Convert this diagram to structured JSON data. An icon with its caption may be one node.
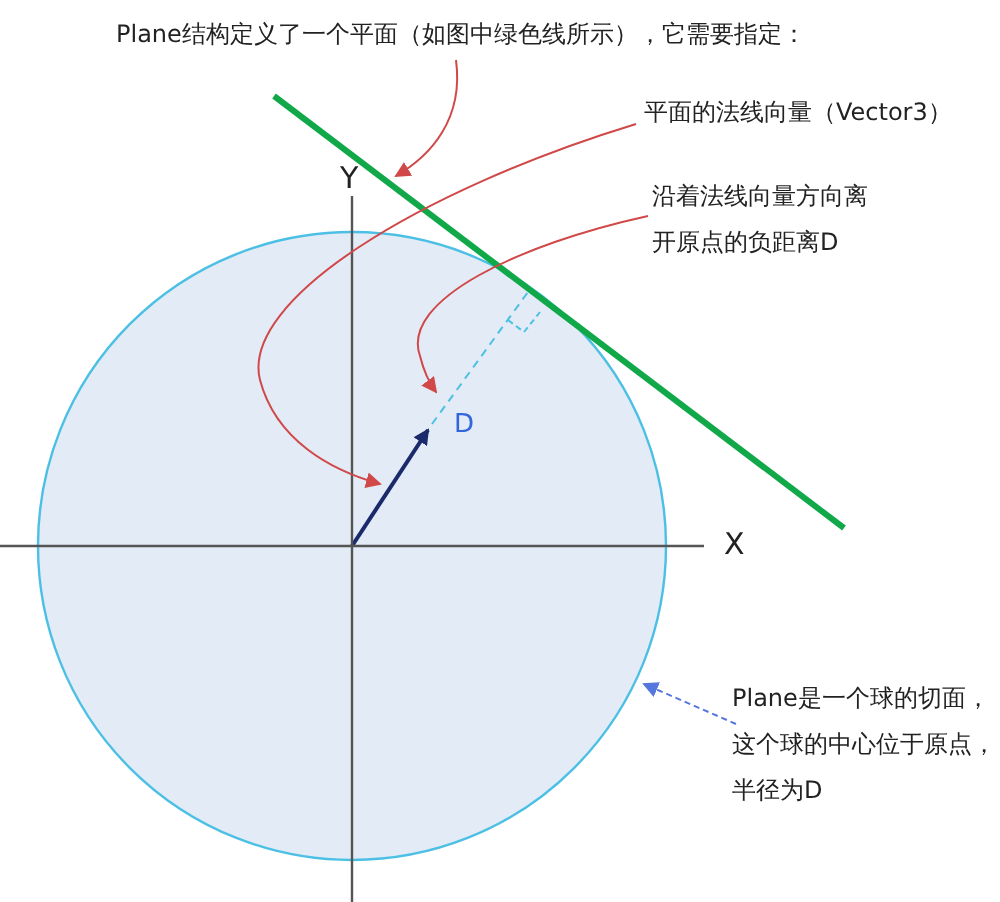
{
  "diagram": {
    "nodes": [
      {
        "text": [
          "Plane结构定义了一个平面（如图中绿色线所示），它需要指定："
        ]
      },
      {
        "text": [],
        "shape": "line"
      },
      {
        "text": [
          "平面的法线向量（Vector3）"
        ]
      },
      {
        "text": [],
        "shape": "arrow",
        "in": 7
      },
      {
        "text": [
          "沿着法线向量方向离开原点的负距离D"
        ]
      },
      {
        "text": [],
        "shape": "line"
      },
      {
        "text": [
          "Plane是一个球的切面，这个球的中心位于原点，半径为D"
        ]
      },
      {
        "text": [],
        "shape": "circle"
      }
    ],
    "edges": [
      {
        "from": 0,
        "to": 1,
        "arrow": "to"
      },
      {
        "from": 2,
        "to": 3,
        "arrow": "to"
      },
      {
        "from": 4,
        "to": 5,
        "arrow": "to"
      },
      {
        "from": 6,
        "to": 7,
        "arrow": "to",
        "style": "dashed",
        "color": "#5577dd"
      }
    ],
    "labels": [
      "Y",
      "X",
      "D"
    ]
  }
}
